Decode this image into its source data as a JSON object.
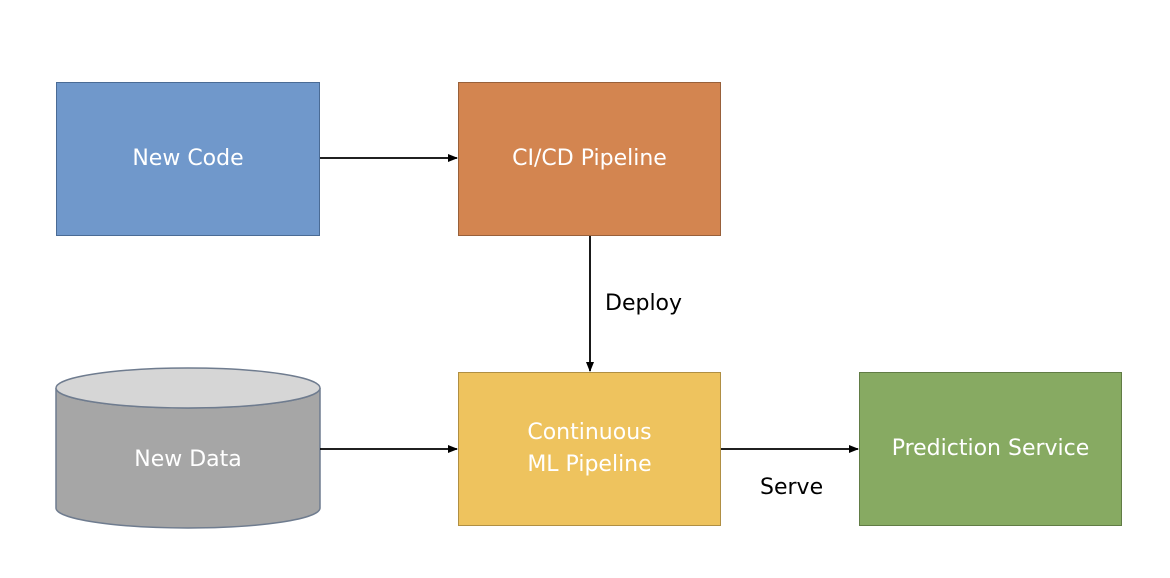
{
  "nodes": {
    "new_code": "New Code",
    "cicd": "CI/CD Pipeline",
    "new_data": "New Data",
    "ml_pipeline": [
      "Continuous",
      "ML Pipeline"
    ],
    "prediction": "Prediction Service"
  },
  "edges": {
    "deploy": "Deploy",
    "serve": "Serve"
  },
  "colors": {
    "new_code": "#7098cb",
    "cicd": "#d38550",
    "new_data": "#a6a6a6",
    "ml_pipeline": "#eec35e",
    "prediction": "#87aa62"
  }
}
